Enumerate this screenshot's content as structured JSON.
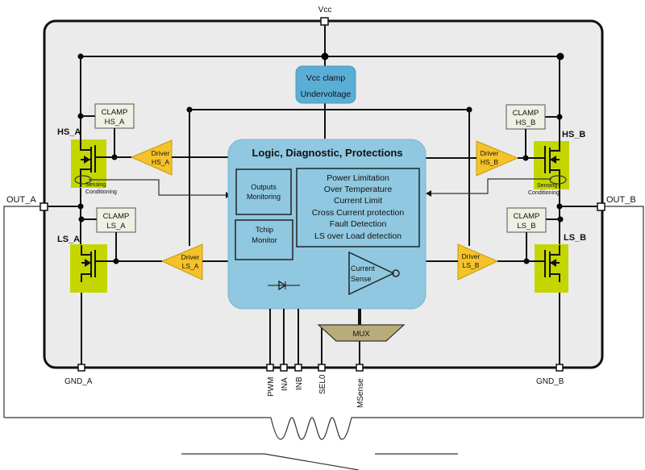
{
  "diagram": {
    "type": "H-bridge motor driver block diagram",
    "colors": {
      "chip_bg": "#ebebeb",
      "logic_block": "#8fc8e0",
      "vcc_block": "#5aaed6",
      "driver": "#f5c22a",
      "mosfet_bg": "#c4d600",
      "clamp_bg": "#eef0e4",
      "mux": "#b8ac7a"
    },
    "pins": {
      "vcc": "Vcc",
      "out_a": "OUT_A",
      "out_b": "OUT_B",
      "gnd_a": "GND_A",
      "gnd_b": "GND_B",
      "pwm": "PWM",
      "ina": "INA",
      "inb": "INB",
      "sel0": "SEL0",
      "msense": "MSense"
    },
    "vcc_block": {
      "line1": "Vcc clamp",
      "line2": "Undervoltage"
    },
    "logic_block": {
      "title": "Logic, Diagnostic, Protections",
      "outputs_monitoring": [
        "Outputs",
        "Monitoring"
      ],
      "tchip_monitor": [
        "Tchip",
        "Monitor"
      ],
      "protections": [
        "Power Limitation",
        "Over Temperature",
        "Current Limit",
        "Cross Current protection",
        "Fault Detection",
        "LS over Load detection"
      ],
      "current_sense": [
        "Current",
        "Sense"
      ]
    },
    "mux": "MUX",
    "switches": {
      "hs_a": "HS_A",
      "ls_a": "LS_A",
      "hs_b": "HS_B",
      "ls_b": "LS_B"
    },
    "clamps": {
      "hs_a": [
        "CLAMP",
        "HS_A"
      ],
      "ls_a": [
        "CLAMP",
        "LS_A"
      ],
      "hs_b": [
        "CLAMP",
        "HS_B"
      ],
      "ls_b": [
        "CLAMP",
        "LS_B"
      ]
    },
    "drivers": {
      "hs_a": [
        "Driver",
        "HS_A"
      ],
      "ls_a": [
        "Driver",
        "LS_A"
      ],
      "hs_b": [
        "Driver",
        "HS_B"
      ],
      "ls_b": [
        "Driver",
        "LS_B"
      ]
    },
    "sensing": {
      "label1": "Sensing",
      "label2": "Conditioning"
    }
  }
}
